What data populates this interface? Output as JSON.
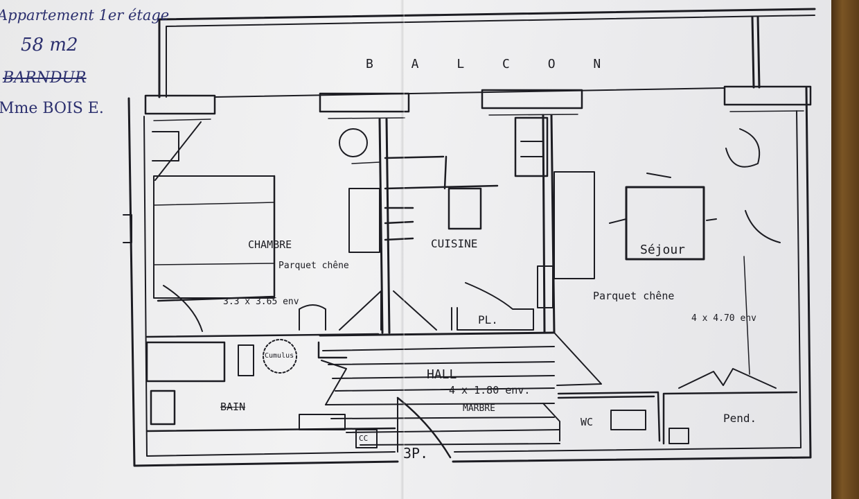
{
  "notes": {
    "line1": "Appartement 1er étage",
    "line2": "58 m2",
    "line3": "BARNDUR",
    "line4": "Mme BOIS E."
  },
  "rooms": {
    "balcony": "B A L C O N",
    "bedroom": "CHAMBRE",
    "bedroom_floor": "Parquet chêne",
    "bedroom_dims": "3.3 x 3.65 env",
    "kitchen": "CUISINE",
    "pantry": "PL.",
    "living": "Séjour",
    "living_floor": "Parquet chêne",
    "living_dims": "4 x 4.70 env",
    "hall": "HALL",
    "hall_dims": "4 x 1.80 env.",
    "hall_floor": "MARBRE",
    "bath": "BAIN",
    "boiler": "Cumulus",
    "wc": "WC",
    "closet": "Pend.",
    "cc": "CC",
    "entrance": "3P."
  },
  "colors": {
    "ink": "#1c1c22",
    "pen": "#2b2f6e",
    "paper": "#ededee",
    "wood": "#6b4a22"
  }
}
